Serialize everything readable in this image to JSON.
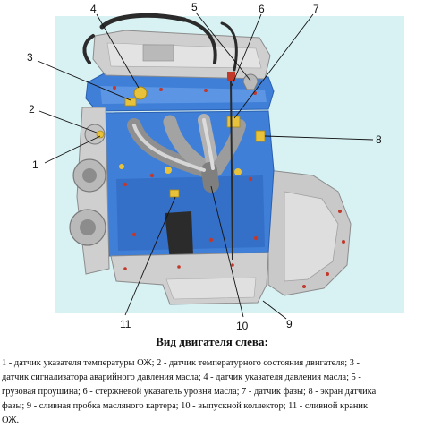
{
  "figure": {
    "caption_title": "Вид двигателя слева:",
    "legend_lines": [
      "1 - датчик указателя температуры ОЖ; 2 - датчик температурного состояния двигателя; 3 -",
      "датчик сигнализатора аварийного давления масла; 4 - датчик указателя давления масла; 5 -",
      "грузовая проушина; 6 - стержневой указатель уровня масла; 7 - датчик фазы; 8 - экран датчика",
      "фазы; 9 - сливная пробка масляного картера; 10 - выпускной коллектор; 11 - сливной краник",
      "ОЖ."
    ]
  },
  "callouts": [
    {
      "num": "1"
    },
    {
      "num": "2"
    },
    {
      "num": "3"
    },
    {
      "num": "4"
    },
    {
      "num": "5"
    },
    {
      "num": "6"
    },
    {
      "num": "7"
    },
    {
      "num": "8"
    },
    {
      "num": "9"
    },
    {
      "num": "10"
    },
    {
      "num": "11"
    }
  ],
  "colors": {
    "block_blue": "#3f7fd8",
    "block_blue_dark": "#2a5fb0",
    "metal_light": "#dcdcdc",
    "metal_mid": "#b9b9b9",
    "metal_dark": "#8c8c8c",
    "sensor_yellow": "#e8c23a",
    "accent_red": "#c0392b",
    "hose_dark": "#2b2b2b",
    "background_cyan": "#d8f2f4"
  }
}
